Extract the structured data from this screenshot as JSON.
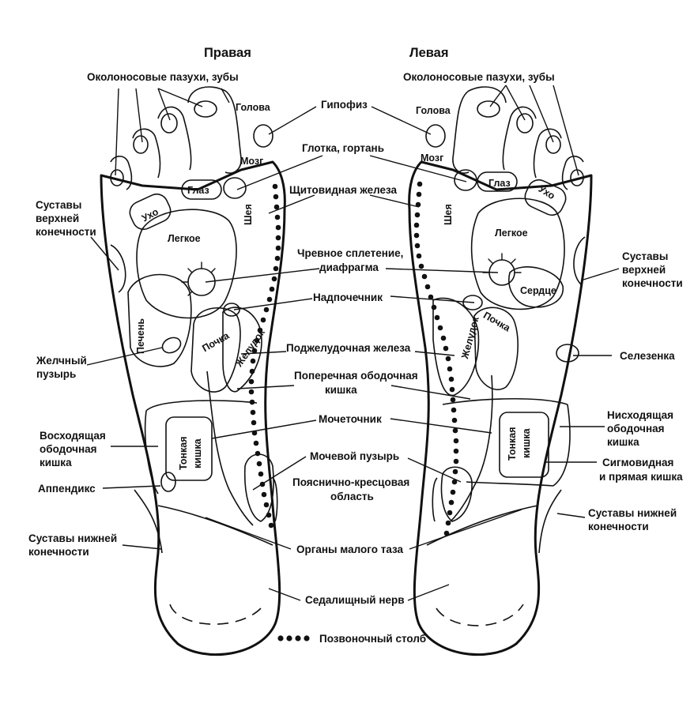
{
  "titles": {
    "right": "Правая",
    "left": "Левая"
  },
  "labels": {
    "sinuses": "Околоносовые пазухи, зубы",
    "head": "Голова",
    "brain": "Мозг",
    "eye": "Глаз",
    "ear": "Ухо",
    "neck": "Шея",
    "lung": "Легкое",
    "heart": "Сердце",
    "liver": "Печень",
    "kidney": "Почка",
    "stomach": "Желудок",
    "small_intestine_1": "Тонкая",
    "small_intestine_2": "кишка",
    "upper_joints_1": "Суставы",
    "upper_joints_2": "верхней",
    "upper_joints_3": "конечности",
    "gallbladder_1": "Желчный",
    "gallbladder_2": "пузырь",
    "ascending_colon_1": "Восходящая",
    "ascending_colon_2": "ободочная",
    "ascending_colon_3": "кишка",
    "appendix": "Аппендикс",
    "lower_joints_1": "Суставы нижней",
    "lower_joints_2": "конечности",
    "spleen": "Селезенка",
    "descending_colon_1": "Нисходящая",
    "descending_colon_2": "ободочная",
    "descending_colon_3": "кишка",
    "sigmoid_1": "Сигмовидная",
    "sigmoid_2": "и прямая кишка",
    "pituitary": "Гипофиз",
    "pharynx": "Глотка, гортань",
    "thyroid": "Щитовидная железа",
    "solar_plexus_1": "Чревное сплетение,",
    "solar_plexus_2": "диафрагма",
    "adrenal": "Надпочечник",
    "pancreas": "Поджелудочная железа",
    "transverse_colon_1": "Поперечная ободочная",
    "transverse_colon_2": "кишка",
    "ureter": "Мочеточник",
    "bladder": "Мочевой пузырь",
    "lumbosacral_1": "Пояснично-кресцовая",
    "lumbosacral_2": "область",
    "pelvic_organs": "Органы малого таза",
    "sciatic_nerve": "Седалищный нерв",
    "spine_legend": "Позвоночный столб"
  }
}
